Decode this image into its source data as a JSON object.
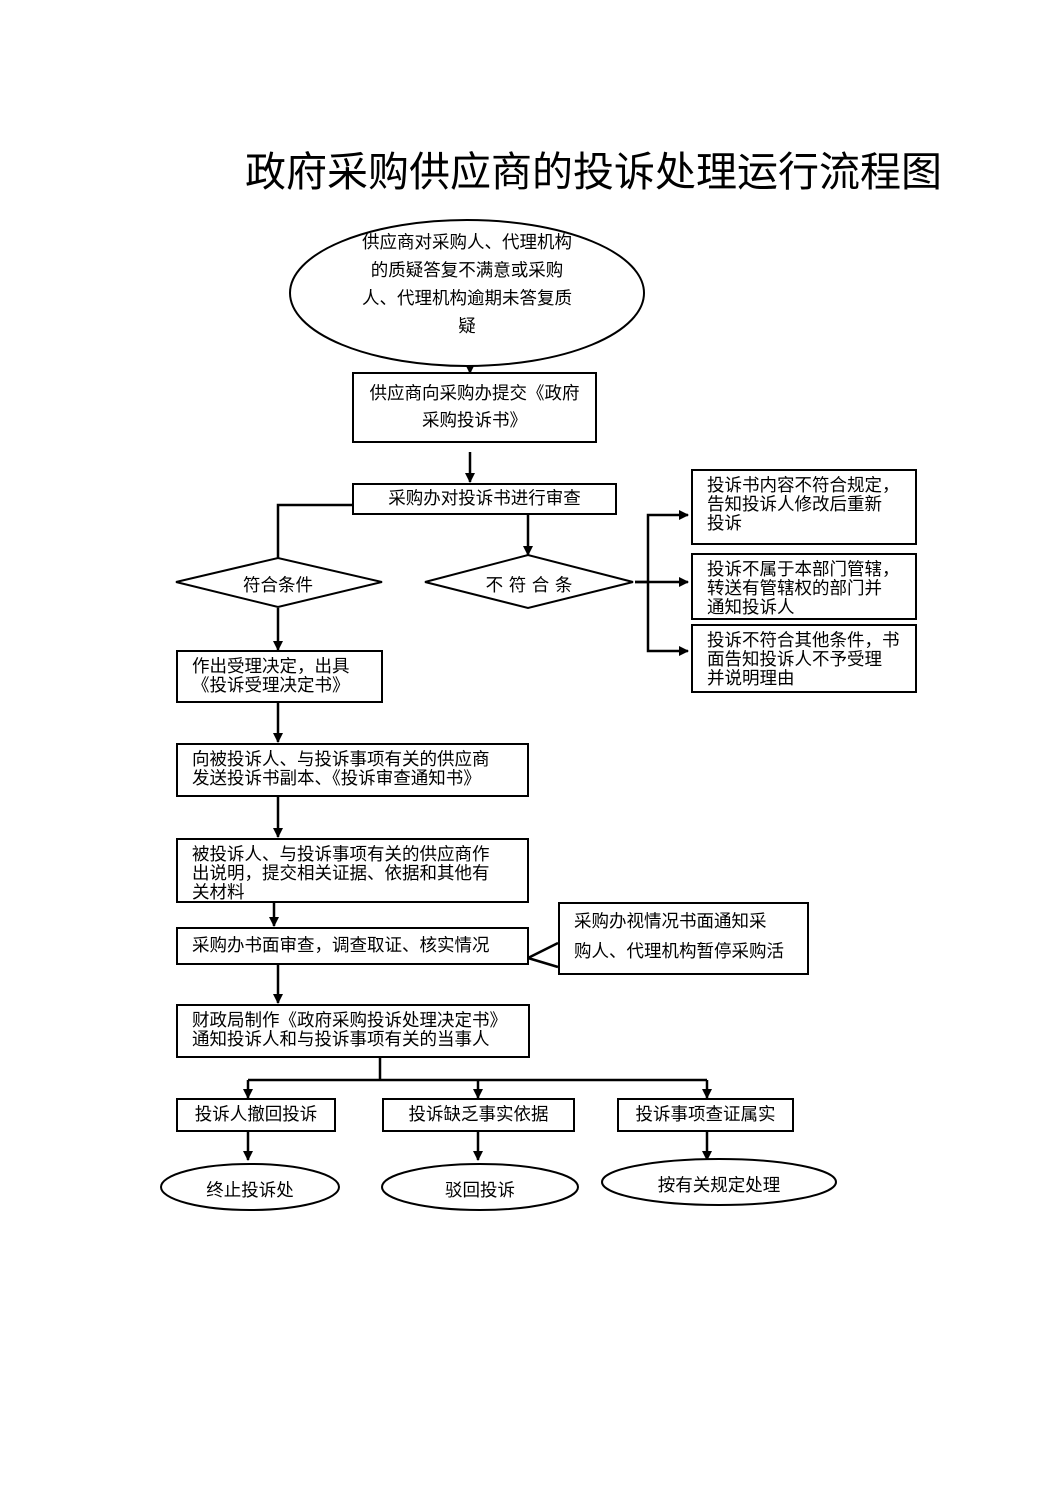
{
  "title": "政府采购供应商的投诉处理运行流程图",
  "nodes": {
    "start": "供应商对采购人、代理机构\n的质疑答复不满意或采购\n人、代理机构逾期未答复质\n疑",
    "submit": "供应商向采购办提交《政府\n采购投诉书》",
    "review": "采购办对投诉书进行审查",
    "meets": "符合条件",
    "not_meets": "不 符 合 条",
    "reject_1": "投诉书内容不符合规定，\n告知投诉人修改后重新\n投诉",
    "reject_2": "投诉不属于本部门管辖，\n转送有管辖权的部门并\n通知投诉人",
    "reject_3": "投诉不符合其他条件，书\n面告知投诉人不予受理\n并说明理由",
    "accept": "作出受理决定，出具\n《投诉受理决定书》",
    "send_copy": "向被投诉人、与投诉事项有关的供应商\n发送投诉书副本、《投诉审查通知书》",
    "respond": "被投诉人、与投诉事项有关的供应商作\n出说明，提交相关证据、依据和其他有\n关材料",
    "investigate": "采购办书面审查，调查取证、核实情况",
    "suspend_note": "采购办视情况书面通知采\n购人、代理机构暂停采购活",
    "decision": "财政局制作《政府采购投诉处理决定书》\n通知投诉人和与投诉事项有关的当事人",
    "outcome_1": "投诉人撤回投诉",
    "outcome_2": "投诉缺乏事实依据",
    "outcome_3": "投诉事项查证属实",
    "result_1": "终止投诉处",
    "result_2": "驳回投诉",
    "result_3": "按有关规定处理"
  }
}
